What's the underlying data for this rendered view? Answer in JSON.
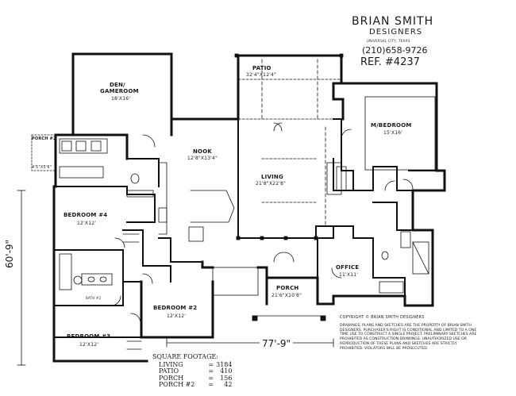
{
  "designer": {
    "name": "BRIAN SMITH",
    "subtitle": "DESIGNERS",
    "location": "UNIVERSAL CITY, TEXAS",
    "phone": "(210)658-9726",
    "ref": "REF. #4237"
  },
  "rooms": {
    "den": {
      "name": "DEN/",
      "name2": "GAMEROOM",
      "dims": "18'X16'"
    },
    "patio": {
      "name": "PATIO",
      "dims": "32'4\"X12'4\""
    },
    "master": {
      "name": "M/BEDROOM",
      "dims": "15'X16'"
    },
    "nook": {
      "name": "NOOK",
      "dims": "12'8\"X13'4\""
    },
    "living": {
      "name": "LIVING",
      "dims": "21'8\"X22'8\""
    },
    "porch2": {
      "name": "PORCH #2",
      "dims": "4'5\"X5'6\""
    },
    "bedroom4": {
      "name": "BEDROOM #4",
      "dims": "12'X12'"
    },
    "bath2": {
      "name": "BATH #2"
    },
    "bedroom2": {
      "name": "BEDROOM #2",
      "dims": "12'X12'"
    },
    "bedroom3": {
      "name": "BEDROOM #3",
      "dims": "12'X12'"
    },
    "porch": {
      "name": "PORCH",
      "dims": "21'6\"X10'8\""
    },
    "office": {
      "name": "OFFICE",
      "dims": "11'X11'"
    }
  },
  "dimensions": {
    "depth": "60'-9\"",
    "width": "77'-9\""
  },
  "copyright": "COPYRIGHT ©     BRIAN SMITH DESIGNERS",
  "disclaimer": "DRAWINGS, PLANS AND SKETCHES ARE THE PROPERTY OF BRIAN SMITH DESIGNERS. PURCHASER'S RIGHT IS CONDITIONAL AND LIMITED TO A ONE TIME USE TO CONSTRUCT A SINGLE PROJECT. PRELIMINARY SKETCHES ARE PROHIBITED AS CONSTRUCTION DRAWINGS. UNAUTHORIZED USE OR REPRODUCTION OF THESE PLANS AND SKETCHES ARE STRICTLY PROHIBITED. VIOLATORS WILL BE PROSECUTED.",
  "square_footage": {
    "heading": "SQUARE FOOTAGE:",
    "rows": [
      {
        "label": "LIVING",
        "value": "3184"
      },
      {
        "label": "PATIO",
        "value": "410"
      },
      {
        "label": "PORCH",
        "value": "156"
      },
      {
        "label": "PORCH #2",
        "value": "42"
      }
    ]
  }
}
